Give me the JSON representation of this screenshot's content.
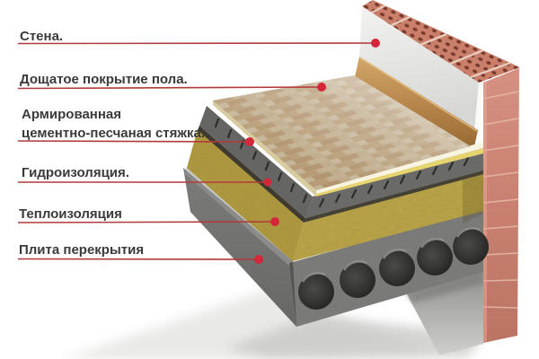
{
  "diagram_title": "Floor construction layers over hollow-core slab at brick wall",
  "labels": [
    {
      "id": "wall",
      "text": "Стена."
    },
    {
      "id": "plank-floor",
      "text": "Дощатое покрытие пола."
    },
    {
      "id": "screed",
      "text": "Армированная",
      "text2": "цементно-песчаная стяжка."
    },
    {
      "id": "waterproofing",
      "text": "Гидроизоляция."
    },
    {
      "id": "insulation",
      "text": "Теплоизоляция"
    },
    {
      "id": "floor-slab",
      "text": "Плита перекрытия"
    }
  ],
  "colors": {
    "leader_line": "#b23a3a",
    "marker_dot": "#d4283a",
    "label_text": "#3a3a3a",
    "brick_face": "#c98272",
    "brick_top": "#c97f6a",
    "plaster_wall": "#e9e9e7",
    "plinth_wood": "#b5834a",
    "parquet": "#d5ba8e",
    "screed_concrete": "#b3b3b1",
    "waterproofing": "#3f3a30",
    "insulation": "#c1a94a",
    "slab_concrete": "#b7b7b5",
    "background": "#ffffff"
  }
}
